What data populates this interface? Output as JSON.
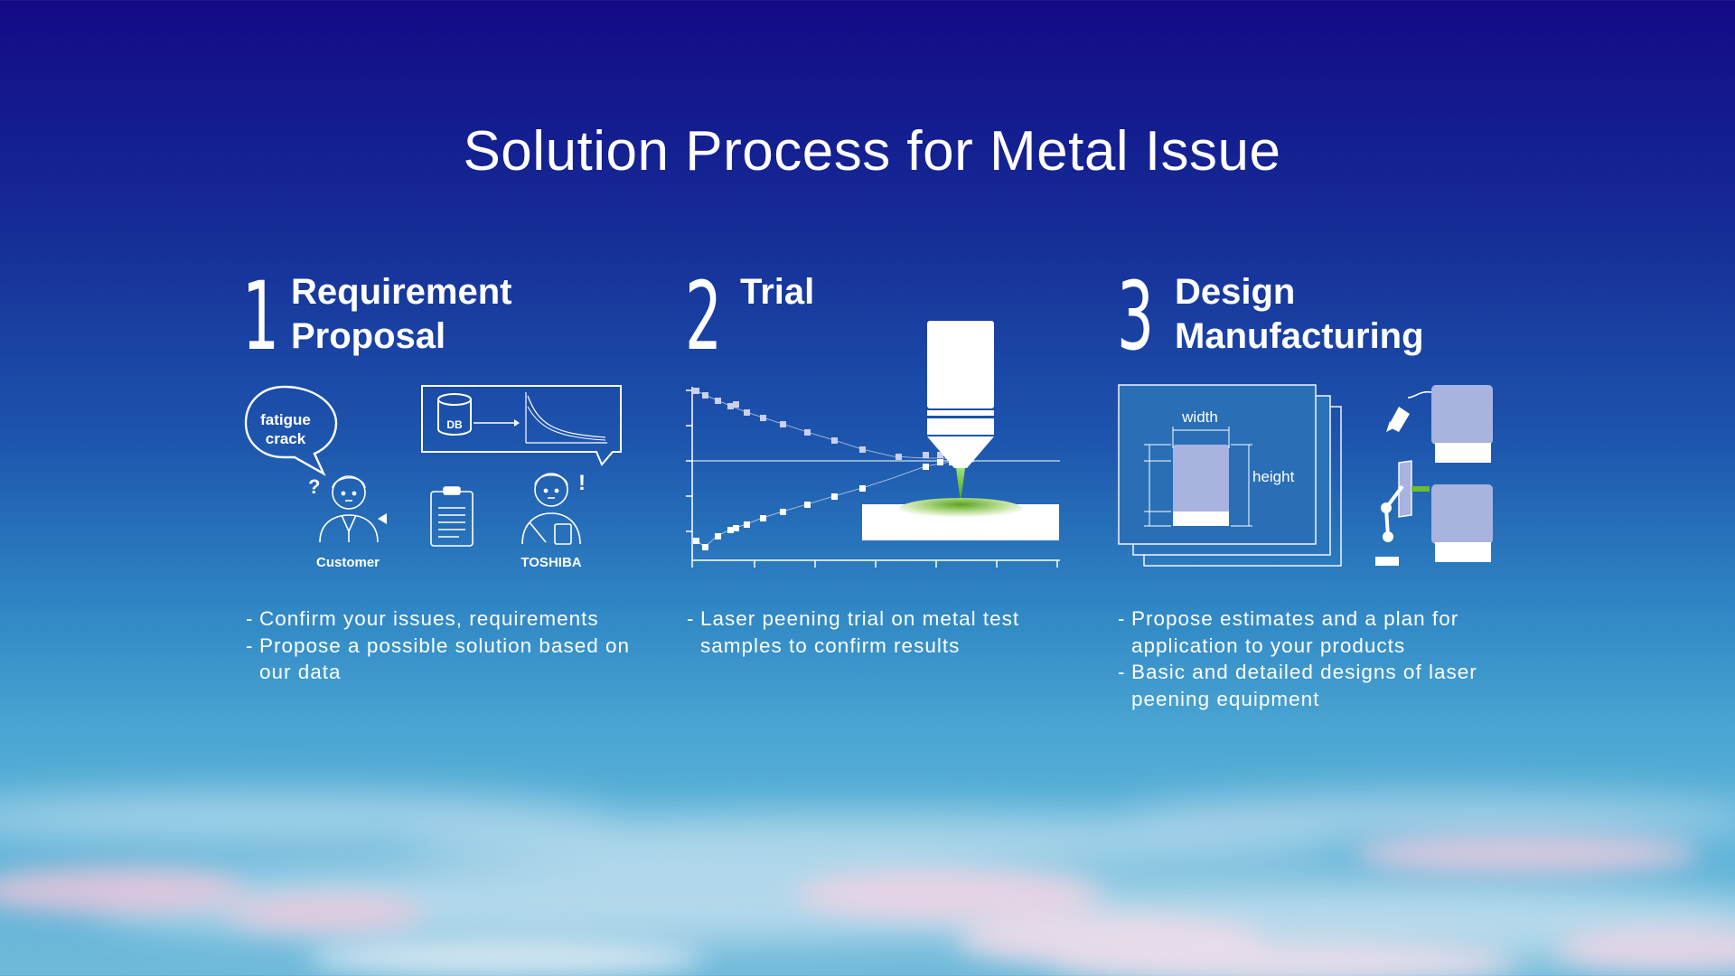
{
  "title": "Solution Process for Metal Issue",
  "colors": {
    "bg_top": "#130a85",
    "bg_bottom": "#6fb9d9",
    "laser_green": "#6dbb2f",
    "panel_fill": "#a9b3e0"
  },
  "steps": [
    {
      "number": "1",
      "title_line1": "Requirement",
      "title_line2": "Proposal",
      "diagram": {
        "bubble_line1": "fatigue",
        "bubble_line2": "crack",
        "db_label": "DB",
        "customer_label": "Customer",
        "toshiba_label": "TOSHIBA"
      },
      "items": [
        "Confirm your issues, requirements",
        "Propose a possible solution based on our data"
      ]
    },
    {
      "number": "2",
      "title_line1": "Trial",
      "title_line2": "",
      "items": [
        "Laser peening trial on metal test samples to confirm results"
      ]
    },
    {
      "number": "3",
      "title_line1": "Design",
      "title_line2": "Manufacturing",
      "diagram": {
        "width_label": "width",
        "height_label": "height"
      },
      "items": [
        "Propose estimates and a plan for application to your products",
        "Basic and detailed designs of laser peening equipment"
      ]
    }
  ],
  "icons": [
    "speech-bubble-icon",
    "database-icon",
    "clipboard-icon",
    "customer-person-icon",
    "engineer-person-icon",
    "laser-nozzle-icon",
    "robot-arm-icon"
  ]
}
